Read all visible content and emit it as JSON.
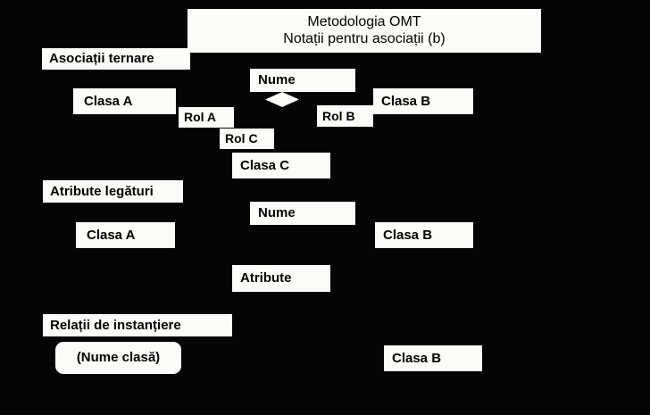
{
  "slide": {
    "background_color": "#050505",
    "box_fill_color": "#fbfbf7",
    "text_color": "#000000",
    "title": {
      "line1": "Metodologia OMT",
      "line2": "Notații pentru asociații (b)"
    },
    "sections": [
      {
        "heading": "Asociații ternare",
        "boxes": [
          {
            "label": "Nume"
          },
          {
            "label": "Clasa A"
          },
          {
            "label": "Rol A"
          },
          {
            "label": "Rol B"
          },
          {
            "label": "Clasa B"
          },
          {
            "label": "Rol C"
          },
          {
            "label": "Clasa C"
          }
        ],
        "shapes": [
          {
            "name": "association-diamond"
          }
        ]
      },
      {
        "heading": "Atribute legături",
        "boxes": [
          {
            "label": "Nume"
          },
          {
            "label": "Clasa A"
          },
          {
            "label": "Clasa B"
          },
          {
            "label": "Atribute"
          }
        ]
      },
      {
        "heading": "Relații de instanțiere",
        "boxes": [
          {
            "label": "(Nume clasă)"
          },
          {
            "label": "Clasa B"
          }
        ]
      }
    ]
  }
}
